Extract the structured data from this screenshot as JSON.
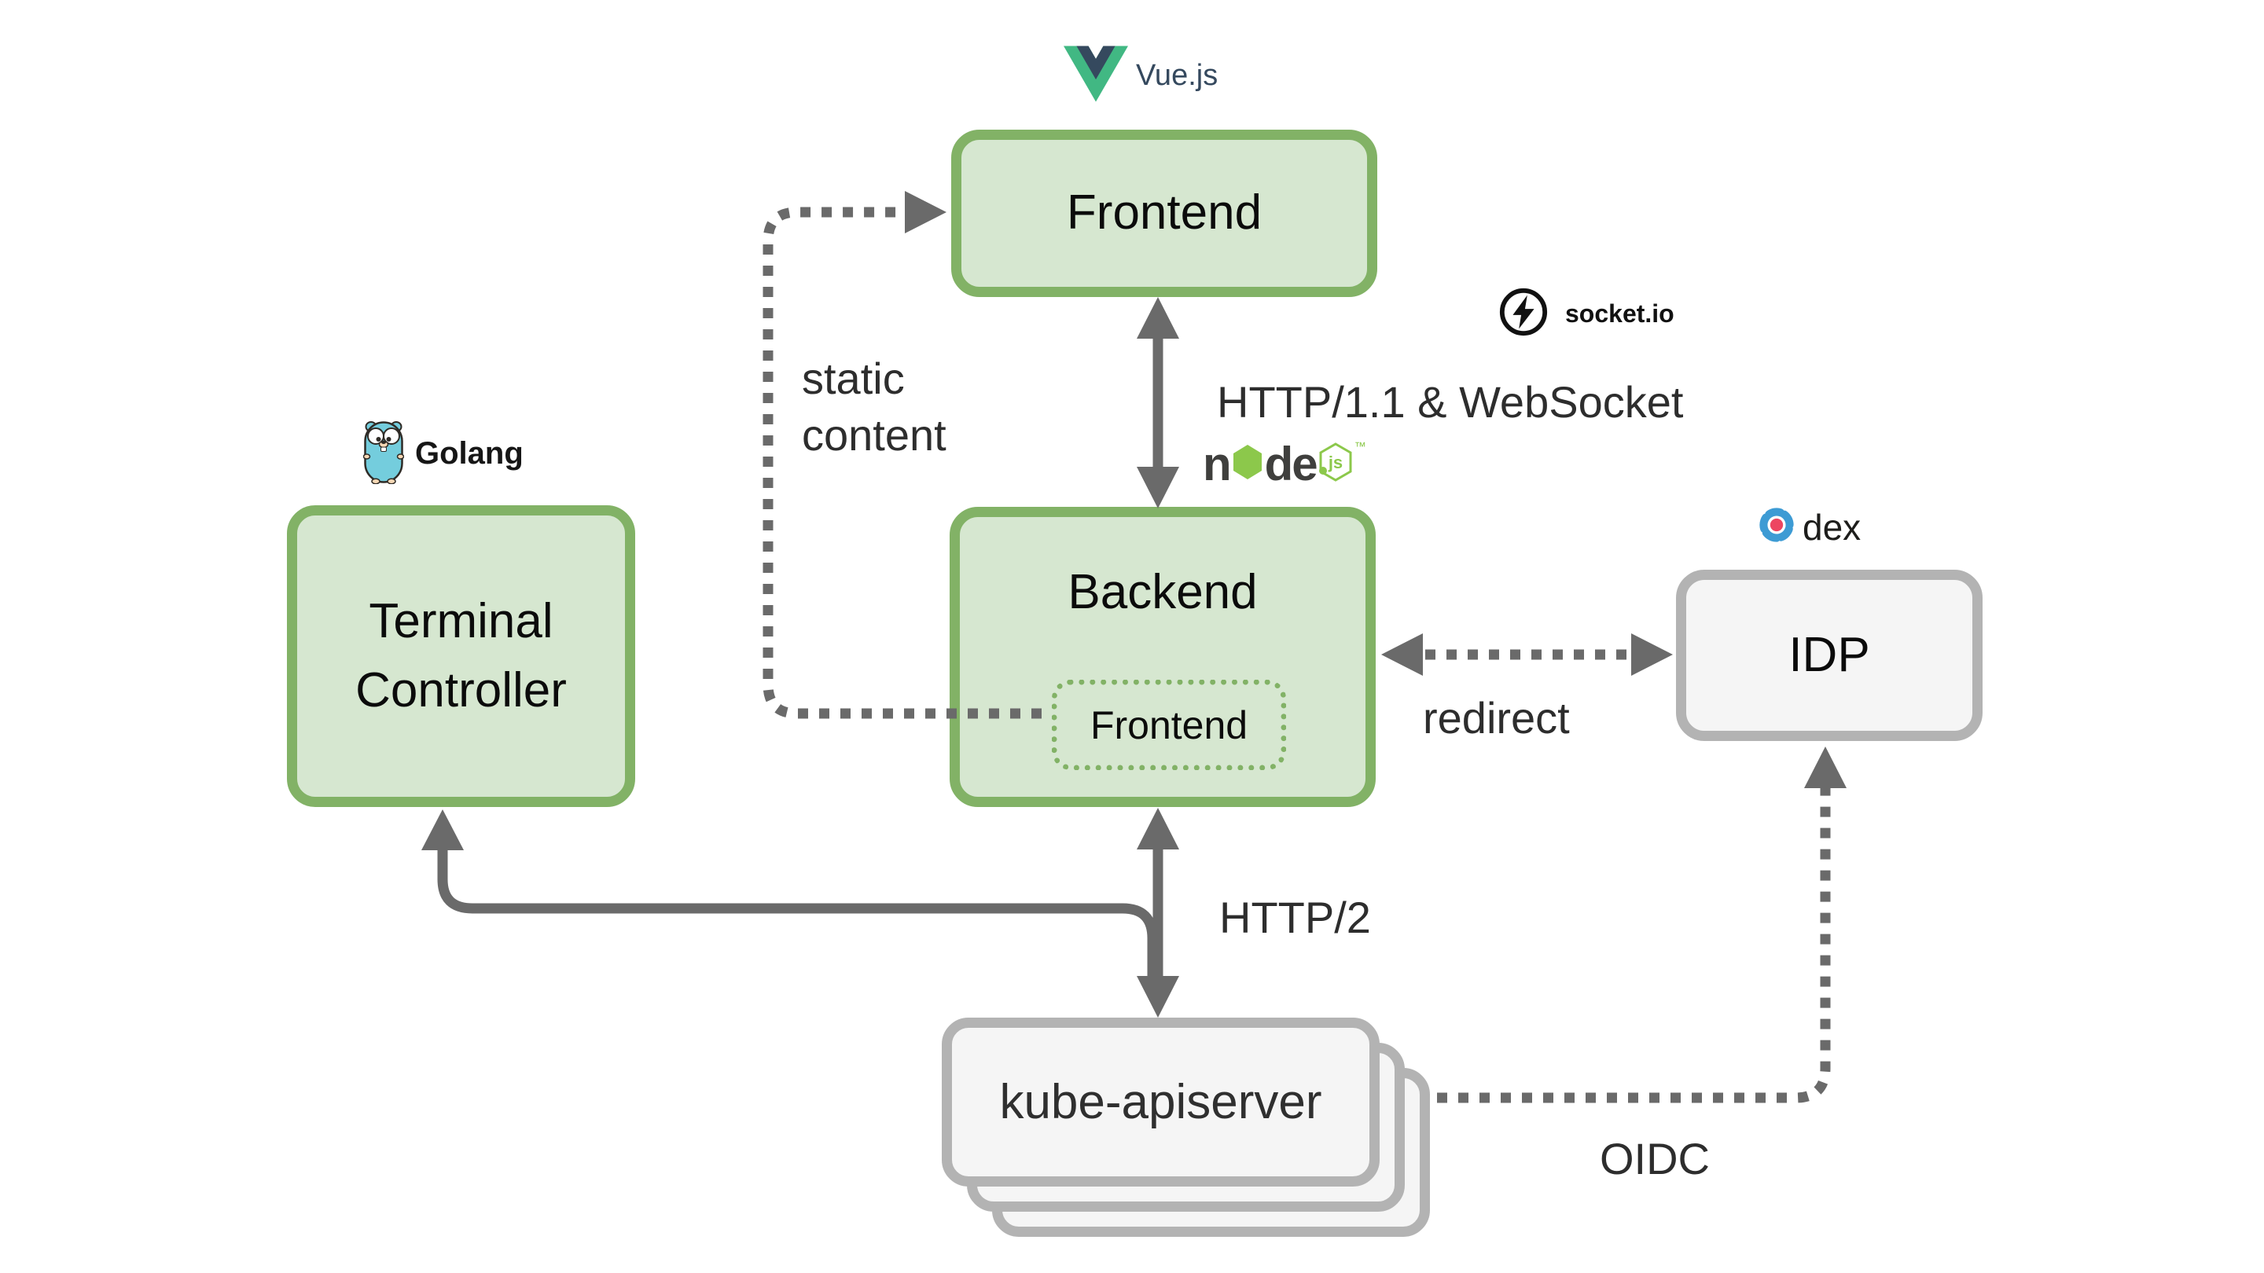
{
  "title": "Web terminal architecture diagram",
  "colors": {
    "green_fill": "#d6e7d0",
    "green_stroke": "#82b266",
    "gray_fill": "#f5f5f5",
    "gray_stroke": "#b3b3b3",
    "arrow_gray": "#6a6a6a",
    "vue_green": "#41b883",
    "vue_navy": "#35495e",
    "nodejs_green": "#8cc84b",
    "nodejs_dark": "#3f3f3d",
    "gopher_blue": "#74cddd",
    "dex_blue": "#3d9bd4",
    "dex_red": "#ed4661",
    "socketio_black": "#111111"
  },
  "nodes": {
    "frontend": {
      "label": "Frontend"
    },
    "backend": {
      "label": "Backend",
      "embedded_label": "Frontend"
    },
    "terminal_controller": {
      "line1": "Terminal",
      "line2": "Controller"
    },
    "idp": {
      "label": "IDP"
    },
    "kube_apiserver": {
      "label": "kube-apiserver"
    }
  },
  "edges": {
    "static_content": {
      "line1": "static",
      "line2": "content"
    },
    "frontend_backend": {
      "label": "HTTP/1.1 & WebSocket"
    },
    "backend_idp": {
      "label": "redirect"
    },
    "backend_kube": {
      "label": "HTTP/2"
    },
    "kube_idp": {
      "label": "OIDC"
    }
  },
  "logos": {
    "vue": {
      "label": "Vue.js"
    },
    "socketio": {
      "label": "socket.io"
    },
    "nodejs": {
      "part1": "n",
      "part2": "de",
      "badge": "js",
      "tm": "™"
    },
    "golang": {
      "label": "Golang"
    },
    "dex": {
      "label": "dex"
    }
  }
}
